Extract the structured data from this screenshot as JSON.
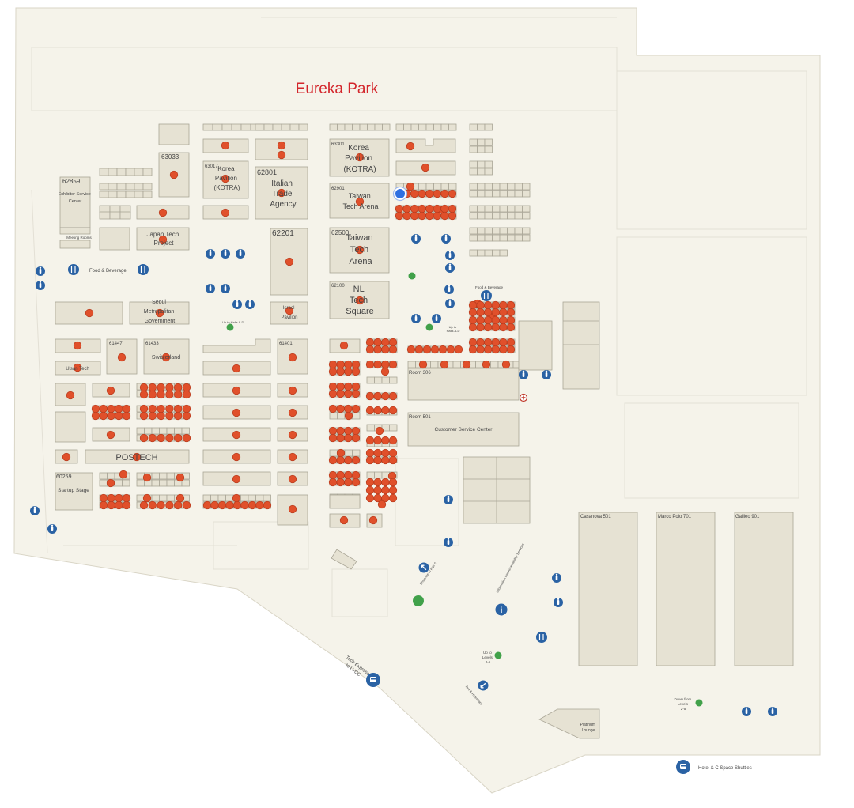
{
  "map": {
    "title": "Eureka Park",
    "colors": {
      "floor": "#f5f3ea",
      "floor_edge": "#d9d5c6",
      "booth": "#e6e2d3",
      "booth_edge": "#a9a596",
      "dot": "#e0502b",
      "icon": "#2a62a4",
      "green": "#41a14a",
      "title": "#d3262c",
      "you_are_here": "#2f6fe0"
    },
    "booths": [
      {
        "id": "63033",
        "label": "63033"
      },
      {
        "id": "62859",
        "label": "62859",
        "name": "Exhibitor Service Center"
      },
      {
        "id": "meeting",
        "name": "Meeting Rooms"
      },
      {
        "id": "japan",
        "name": "Japan Tech Project"
      },
      {
        "id": "63017",
        "label": "63017",
        "name": "Korea Pavilion (KOTRA)"
      },
      {
        "id": "62801",
        "label": "62801",
        "name": "Italian Trade Agency"
      },
      {
        "id": "62201",
        "label": "62201"
      },
      {
        "id": "63301",
        "label": "63301",
        "name": "Korea Pavilion (KOTRA)"
      },
      {
        "id": "62901",
        "label": "62901",
        "name": "Taiwan Tech Arena"
      },
      {
        "id": "62500",
        "label": "62500",
        "name": "Taiwan Tech Arena"
      },
      {
        "id": "62100",
        "label": "62100",
        "name": "NL Tech Square"
      },
      {
        "id": "israel",
        "name": "Israel Pavilion"
      },
      {
        "id": "seoul",
        "name": "Seoul Metropolitan Government"
      },
      {
        "id": "61447",
        "label": "61447"
      },
      {
        "id": "61433",
        "label": "61433",
        "name": "Switzerland"
      },
      {
        "id": "61401",
        "label": "61401"
      },
      {
        "id": "ulsan",
        "name": "Ulsan Tech"
      },
      {
        "id": "postech",
        "name": "POSTECH"
      },
      {
        "id": "60259",
        "label": "60259",
        "name": "Startup Stage"
      },
      {
        "id": "room306",
        "name": "Room 306"
      },
      {
        "id": "room501",
        "name": "Room 501"
      },
      {
        "id": "csc",
        "name": "Customer Service Center"
      },
      {
        "id": "casanova",
        "name": "Casanova 501"
      },
      {
        "id": "marco",
        "name": "Marco Polo 701"
      },
      {
        "id": "galileo",
        "name": "Galileo 901"
      },
      {
        "id": "platinum",
        "name": "Platinum Lounge"
      }
    ],
    "labels": {
      "food_left": "Food & Beverage",
      "food_right": "Food & Beverage",
      "up_halls_1": "Up to Halls A-D",
      "up_halls_2": "Up to Halls A-D",
      "entrance": "Entrance to Hall G",
      "info": "Information and Accessibility Services",
      "up_levels": "Up to Levels 2-5",
      "taxi": "Taxi & Rideshare",
      "down_levels": "Down from Levels 2-5",
      "tech_express": "Tech Express to LVCC",
      "hotel_shuttles": "Hotel & C Space Shuttles"
    }
  }
}
